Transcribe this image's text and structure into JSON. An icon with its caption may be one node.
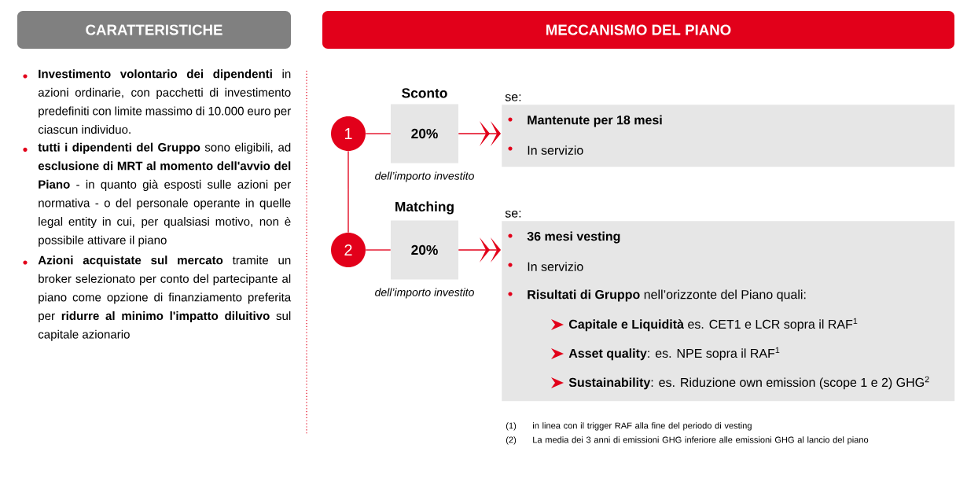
{
  "diagram": {
    "nodes": [
      {
        "text": [
          "CARATTERISTICHE"
        ]
      },
      {
        "text": [
          "MECCANISMO DEL PIANO"
        ]
      },
      {
        "text": [
          "1"
        ]
      },
      {
        "text": [
          "Sconto",
          "20%"
        ],
        "beside": [
          "dell’importo investito"
        ]
      },
      {
        "text": [
          "se:",
          "Mantenute per 18 mesi",
          "In servizio"
        ]
      },
      {
        "text": [
          "2"
        ]
      },
      {
        "text": [
          "Matching",
          "20%"
        ],
        "beside": [
          "dell’importo investito"
        ]
      },
      {
        "text": [
          "se:",
          "36 mesi vesting",
          "In servizio",
          "**Risultati di Gruppo** nell’orizzonte del Piano quali:",
          "**Capitale e Liquidità** es. CET1 e LCR sopra il RAF$^{1}$",
          "**Asset quality**: es. NPE sopra il RAF$^{1}$",
          "**Sustainability**: es. Riduzione own emission (scope 1 e 2) GHG$^{2}$"
        ]
      }
    ],
    "edges": [
      {
        "from": 2,
        "to": 3,
        "arrow": "none"
      },
      {
        "from": 3,
        "to": 4,
        "arrow": "to"
      },
      {
        "from": 2,
        "to": 5,
        "arrow": "none"
      },
      {
        "from": 5,
        "to": 6,
        "arrow": "none"
      },
      {
        "from": 6,
        "to": 7,
        "arrow": "to"
      }
    ],
    "labels": [
      "**Investimento volontario dei dipendenti** in azioni ordinarie, con pacchetti di investimento predefiniti con limite massimo di 10.000 euro per ciascun individuo.",
      "**tutti i dipendenti del Gruppo** sono eligibili, ad **esclusione di MRT al momento dell'avvio del Piano** - in quanto già esposti sulle azioni per normativa - o del personale operante in quelle legal entity in cui, per qualsiasi motivo, non è possibile attivare il piano",
      "**Azioni acquistate sul mercato** tramite un broker selezionato per conto del partecipante al piano come opzione di finanziamento preferita per **ridurre al minimo l'impatto diluitivo** sul capitale azionario",
      "(1)",
      "in linea con il trigger RAF alla fine del periodo di vesting",
      "(2)",
      "La media dei 3 anni di emissioni GHG inferiore alle emissioni GHG al lancio del piano"
    ]
  }
}
